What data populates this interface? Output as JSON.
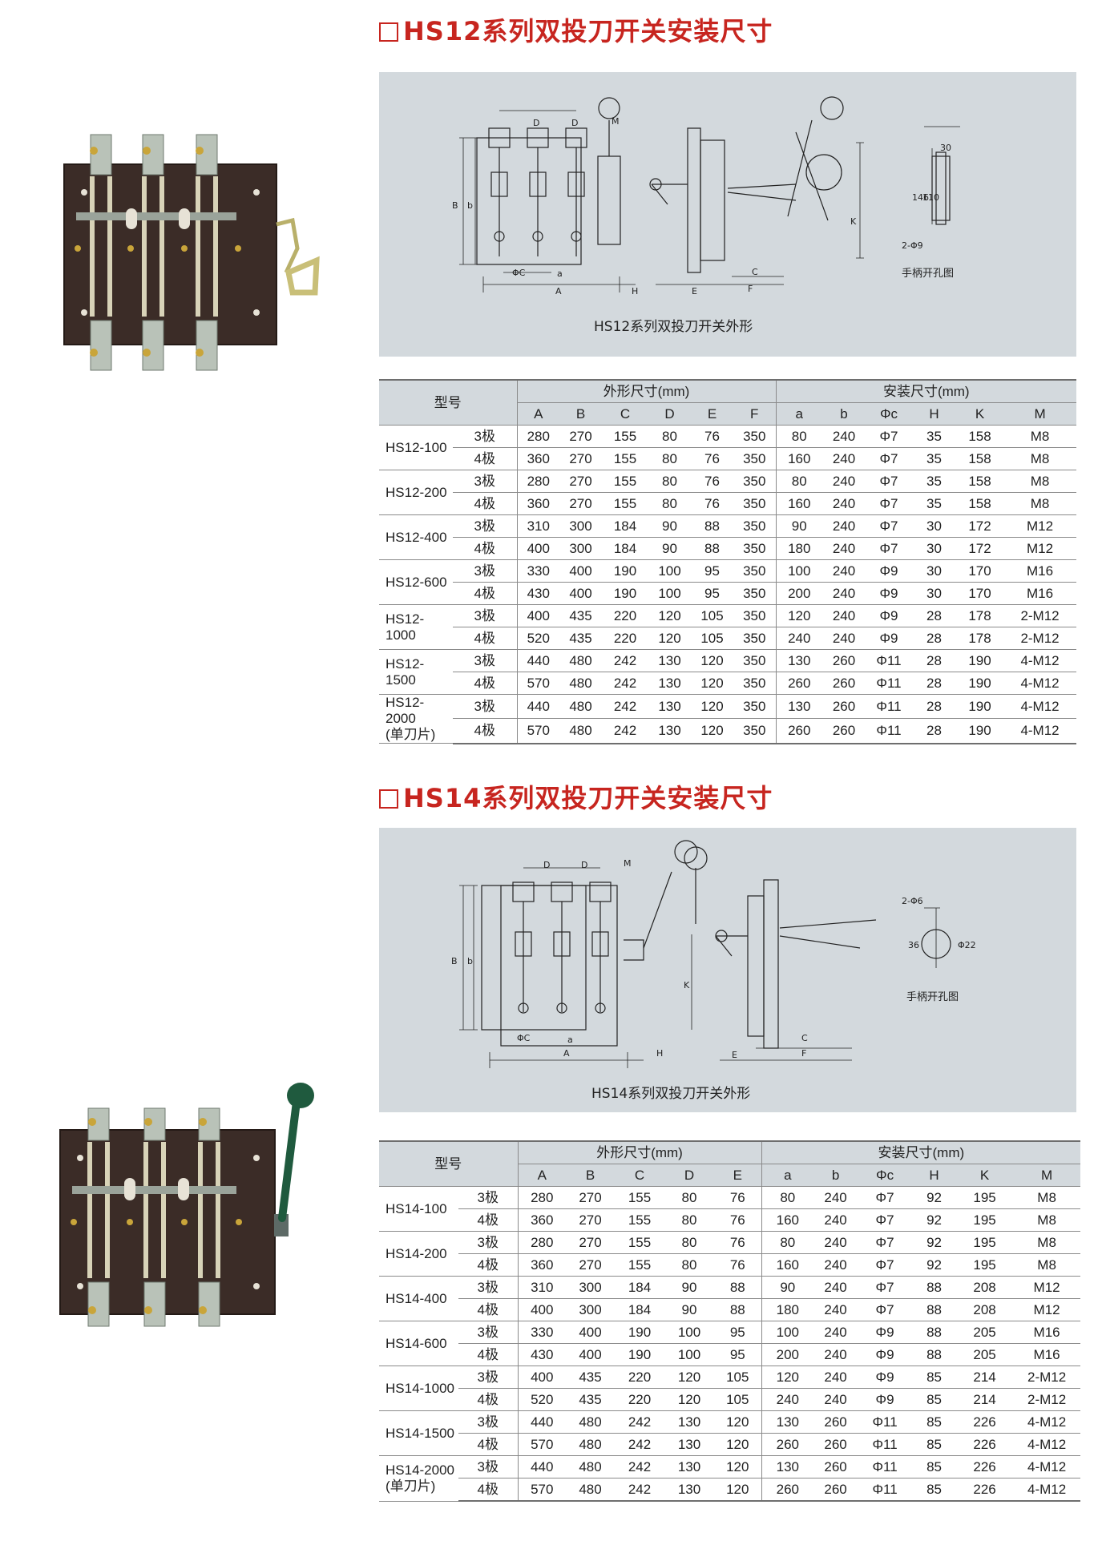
{
  "hs12": {
    "title": "HS12系列双投刀开关安装尺寸",
    "caption": "HS12系列双投刀开关外形",
    "hole_label": "手柄开孔图",
    "dims": {
      "D1": "D",
      "D2": "D",
      "M": "M",
      "B": "B",
      "b": "b",
      "phiC": "ΦC",
      "a": "a",
      "A": "A",
      "H": "H",
      "E": "E",
      "C": "C",
      "F": "F",
      "K": "K",
      "h30": "30",
      "h146": "146",
      "h110": "110",
      "holes": "2-Φ9"
    },
    "table": {
      "model_header": "型号",
      "group1": "外形尺寸(mm)",
      "group2": "安装尺寸(mm)",
      "cols": [
        "A",
        "B",
        "C",
        "D",
        "E",
        "F",
        "a",
        "b",
        "Φc",
        "H",
        "K",
        "M"
      ],
      "rows": [
        {
          "model": "HS12-100",
          "sub": "",
          "r": [
            {
              "p": "3极",
              "v": [
                "280",
                "270",
                "155",
                "80",
                "76",
                "350",
                "80",
                "240",
                "Φ7",
                "35",
                "158",
                "M8"
              ]
            },
            {
              "p": "4极",
              "v": [
                "360",
                "270",
                "155",
                "80",
                "76",
                "350",
                "160",
                "240",
                "Φ7",
                "35",
                "158",
                "M8"
              ]
            }
          ]
        },
        {
          "model": "HS12-200",
          "sub": "",
          "r": [
            {
              "p": "3极",
              "v": [
                "280",
                "270",
                "155",
                "80",
                "76",
                "350",
                "80",
                "240",
                "Φ7",
                "35",
                "158",
                "M8"
              ]
            },
            {
              "p": "4极",
              "v": [
                "360",
                "270",
                "155",
                "80",
                "76",
                "350",
                "160",
                "240",
                "Φ7",
                "35",
                "158",
                "M8"
              ]
            }
          ]
        },
        {
          "model": "HS12-400",
          "sub": "",
          "r": [
            {
              "p": "3极",
              "v": [
                "310",
                "300",
                "184",
                "90",
                "88",
                "350",
                "90",
                "240",
                "Φ7",
                "30",
                "172",
                "M12"
              ]
            },
            {
              "p": "4极",
              "v": [
                "400",
                "300",
                "184",
                "90",
                "88",
                "350",
                "180",
                "240",
                "Φ7",
                "30",
                "172",
                "M12"
              ]
            }
          ]
        },
        {
          "model": "HS12-600",
          "sub": "",
          "r": [
            {
              "p": "3极",
              "v": [
                "330",
                "400",
                "190",
                "100",
                "95",
                "350",
                "100",
                "240",
                "Φ9",
                "30",
                "170",
                "M16"
              ]
            },
            {
              "p": "4极",
              "v": [
                "430",
                "400",
                "190",
                "100",
                "95",
                "350",
                "200",
                "240",
                "Φ9",
                "30",
                "170",
                "M16"
              ]
            }
          ]
        },
        {
          "model": "HS12-1000",
          "sub": "",
          "r": [
            {
              "p": "3极",
              "v": [
                "400",
                "435",
                "220",
                "120",
                "105",
                "350",
                "120",
                "240",
                "Φ9",
                "28",
                "178",
                "2-M12"
              ]
            },
            {
              "p": "4极",
              "v": [
                "520",
                "435",
                "220",
                "120",
                "105",
                "350",
                "240",
                "240",
                "Φ9",
                "28",
                "178",
                "2-M12"
              ]
            }
          ]
        },
        {
          "model": "HS12-1500",
          "sub": "",
          "r": [
            {
              "p": "3极",
              "v": [
                "440",
                "480",
                "242",
                "130",
                "120",
                "350",
                "130",
                "260",
                "Φ11",
                "28",
                "190",
                "4-M12"
              ]
            },
            {
              "p": "4极",
              "v": [
                "570",
                "480",
                "242",
                "130",
                "120",
                "350",
                "260",
                "260",
                "Φ11",
                "28",
                "190",
                "4-M12"
              ]
            }
          ]
        },
        {
          "model": "HS12-2000",
          "sub": "(单刀片)",
          "r": [
            {
              "p": "3极",
              "v": [
                "440",
                "480",
                "242",
                "130",
                "120",
                "350",
                "130",
                "260",
                "Φ11",
                "28",
                "190",
                "4-M12"
              ]
            },
            {
              "p": "4极",
              "v": [
                "570",
                "480",
                "242",
                "130",
                "120",
                "350",
                "260",
                "260",
                "Φ11",
                "28",
                "190",
                "4-M12"
              ]
            }
          ]
        }
      ]
    }
  },
  "hs14": {
    "title": "HS14系列双投刀开关安装尺寸",
    "caption": "HS14系列双投刀开关外形",
    "hole_label": "手柄开孔图",
    "dims": {
      "D1": "D",
      "D2": "D",
      "M": "M",
      "B": "B",
      "b": "b",
      "phiC": "ΦC",
      "a": "a",
      "A": "A",
      "H": "H",
      "E": "E",
      "C": "C",
      "F": "F",
      "K": "K",
      "holes": "2-Φ6",
      "h36": "36",
      "h22": "Φ22"
    },
    "table": {
      "model_header": "型号",
      "group1": "外形尺寸(mm)",
      "group2": "安装尺寸(mm)",
      "cols": [
        "A",
        "B",
        "C",
        "D",
        "E",
        "a",
        "b",
        "Φc",
        "H",
        "K",
        "M"
      ],
      "rows": [
        {
          "model": "HS14-100",
          "sub": "",
          "r": [
            {
              "p": "3极",
              "v": [
                "280",
                "270",
                "155",
                "80",
                "76",
                "80",
                "240",
                "Φ7",
                "92",
                "195",
                "M8"
              ]
            },
            {
              "p": "4极",
              "v": [
                "360",
                "270",
                "155",
                "80",
                "76",
                "160",
                "240",
                "Φ7",
                "92",
                "195",
                "M8"
              ]
            }
          ]
        },
        {
          "model": "HS14-200",
          "sub": "",
          "r": [
            {
              "p": "3极",
              "v": [
                "280",
                "270",
                "155",
                "80",
                "76",
                "80",
                "240",
                "Φ7",
                "92",
                "195",
                "M8"
              ]
            },
            {
              "p": "4极",
              "v": [
                "360",
                "270",
                "155",
                "80",
                "76",
                "160",
                "240",
                "Φ7",
                "92",
                "195",
                "M8"
              ]
            }
          ]
        },
        {
          "model": "HS14-400",
          "sub": "",
          "r": [
            {
              "p": "3极",
              "v": [
                "310",
                "300",
                "184",
                "90",
                "88",
                "90",
                "240",
                "Φ7",
                "88",
                "208",
                "M12"
              ]
            },
            {
              "p": "4极",
              "v": [
                "400",
                "300",
                "184",
                "90",
                "88",
                "180",
                "240",
                "Φ7",
                "88",
                "208",
                "M12"
              ]
            }
          ]
        },
        {
          "model": "HS14-600",
          "sub": "",
          "r": [
            {
              "p": "3极",
              "v": [
                "330",
                "400",
                "190",
                "100",
                "95",
                "100",
                "240",
                "Φ9",
                "88",
                "205",
                "M16"
              ]
            },
            {
              "p": "4极",
              "v": [
                "430",
                "400",
                "190",
                "100",
                "95",
                "200",
                "240",
                "Φ9",
                "88",
                "205",
                "M16"
              ]
            }
          ]
        },
        {
          "model": "HS14-1000",
          "sub": "",
          "r": [
            {
              "p": "3极",
              "v": [
                "400",
                "435",
                "220",
                "120",
                "105",
                "120",
                "240",
                "Φ9",
                "85",
                "214",
                "2-M12"
              ]
            },
            {
              "p": "4极",
              "v": [
                "520",
                "435",
                "220",
                "120",
                "105",
                "240",
                "240",
                "Φ9",
                "85",
                "214",
                "2-M12"
              ]
            }
          ]
        },
        {
          "model": "HS14-1500",
          "sub": "",
          "r": [
            {
              "p": "3极",
              "v": [
                "440",
                "480",
                "242",
                "130",
                "120",
                "130",
                "260",
                "Φ11",
                "85",
                "226",
                "4-M12"
              ]
            },
            {
              "p": "4极",
              "v": [
                "570",
                "480",
                "242",
                "130",
                "120",
                "260",
                "260",
                "Φ11",
                "85",
                "226",
                "4-M12"
              ]
            }
          ]
        },
        {
          "model": "HS14-2000",
          "sub": "(单刀片)",
          "r": [
            {
              "p": "3极",
              "v": [
                "440",
                "480",
                "242",
                "130",
                "120",
                "130",
                "260",
                "Φ11",
                "85",
                "226",
                "4-M12"
              ]
            },
            {
              "p": "4极",
              "v": [
                "570",
                "480",
                "242",
                "130",
                "120",
                "260",
                "260",
                "Φ11",
                "85",
                "226",
                "4-M12"
              ]
            }
          ]
        }
      ]
    }
  }
}
